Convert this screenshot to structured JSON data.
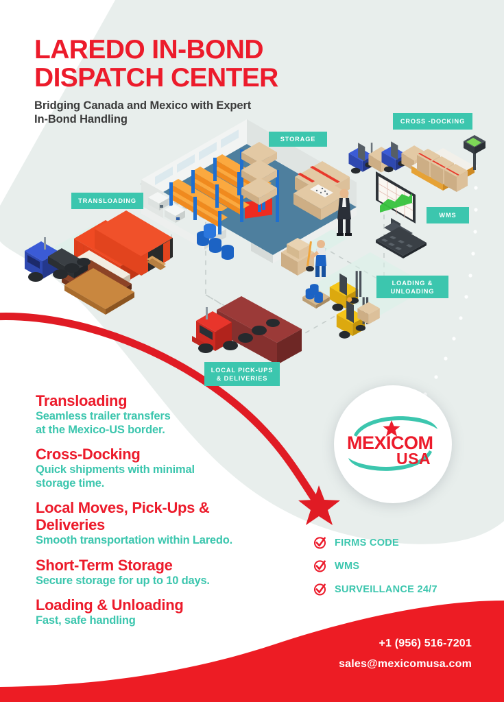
{
  "header": {
    "title_line1": "LAREDO IN-BOND",
    "title_line2": "DISPATCH CENTER",
    "subtitle_line1": "Bridging Canada and Mexico with Expert",
    "subtitle_line2": "In-Bond Handling"
  },
  "illustration": {
    "labels": [
      {
        "id": "storage",
        "text": "STORAGE"
      },
      {
        "id": "cross-docking",
        "text": "CROSS -DOCKING"
      },
      {
        "id": "transloading",
        "text": "TRANSLOADING"
      },
      {
        "id": "wms",
        "text": "WMS"
      },
      {
        "id": "loading-unloading",
        "line1": "LOADING &",
        "line2": "UNLOADING"
      },
      {
        "id": "local-pickups",
        "line1": "LOCAL PICK-UPS",
        "line2": "& DELIVERIES"
      }
    ]
  },
  "services": [
    {
      "title": "Transloading",
      "desc_line1": "Seamless trailer transfers",
      "desc_line2": "at the Mexico-US border."
    },
    {
      "title": "Cross-Docking",
      "desc_line1": "Quick shipments with minimal",
      "desc_line2": "storage time."
    },
    {
      "title_line1": "Local Moves, Pick-Ups &",
      "title_line2": "Deliveries",
      "desc_line1": "Smooth transportation within Laredo.",
      "desc_line2": ""
    },
    {
      "title": "Short-Term Storage",
      "desc_line1": "Secure storage for up to 10 days.",
      "desc_line2": ""
    },
    {
      "title": "Loading & Unloading",
      "desc_line1": "Fast, safe handling",
      "desc_line2": ""
    }
  ],
  "logo": {
    "brand": "MEXICOM",
    "country": "USA"
  },
  "checklist": [
    {
      "label": "FIRMS CODE"
    },
    {
      "label": "WMS"
    },
    {
      "label": "SURVEILLANCE 24/7"
    }
  ],
  "contact": {
    "phone": "+1 (956) 516-7201",
    "email": "sales@mexicomusa.com"
  },
  "colors": {
    "red": "#EC1B2B",
    "teal": "#3CC6AE",
    "dark_text": "#3A3A3A",
    "bg_gray": "#E8EEEC",
    "white": "#FFFFFF"
  }
}
